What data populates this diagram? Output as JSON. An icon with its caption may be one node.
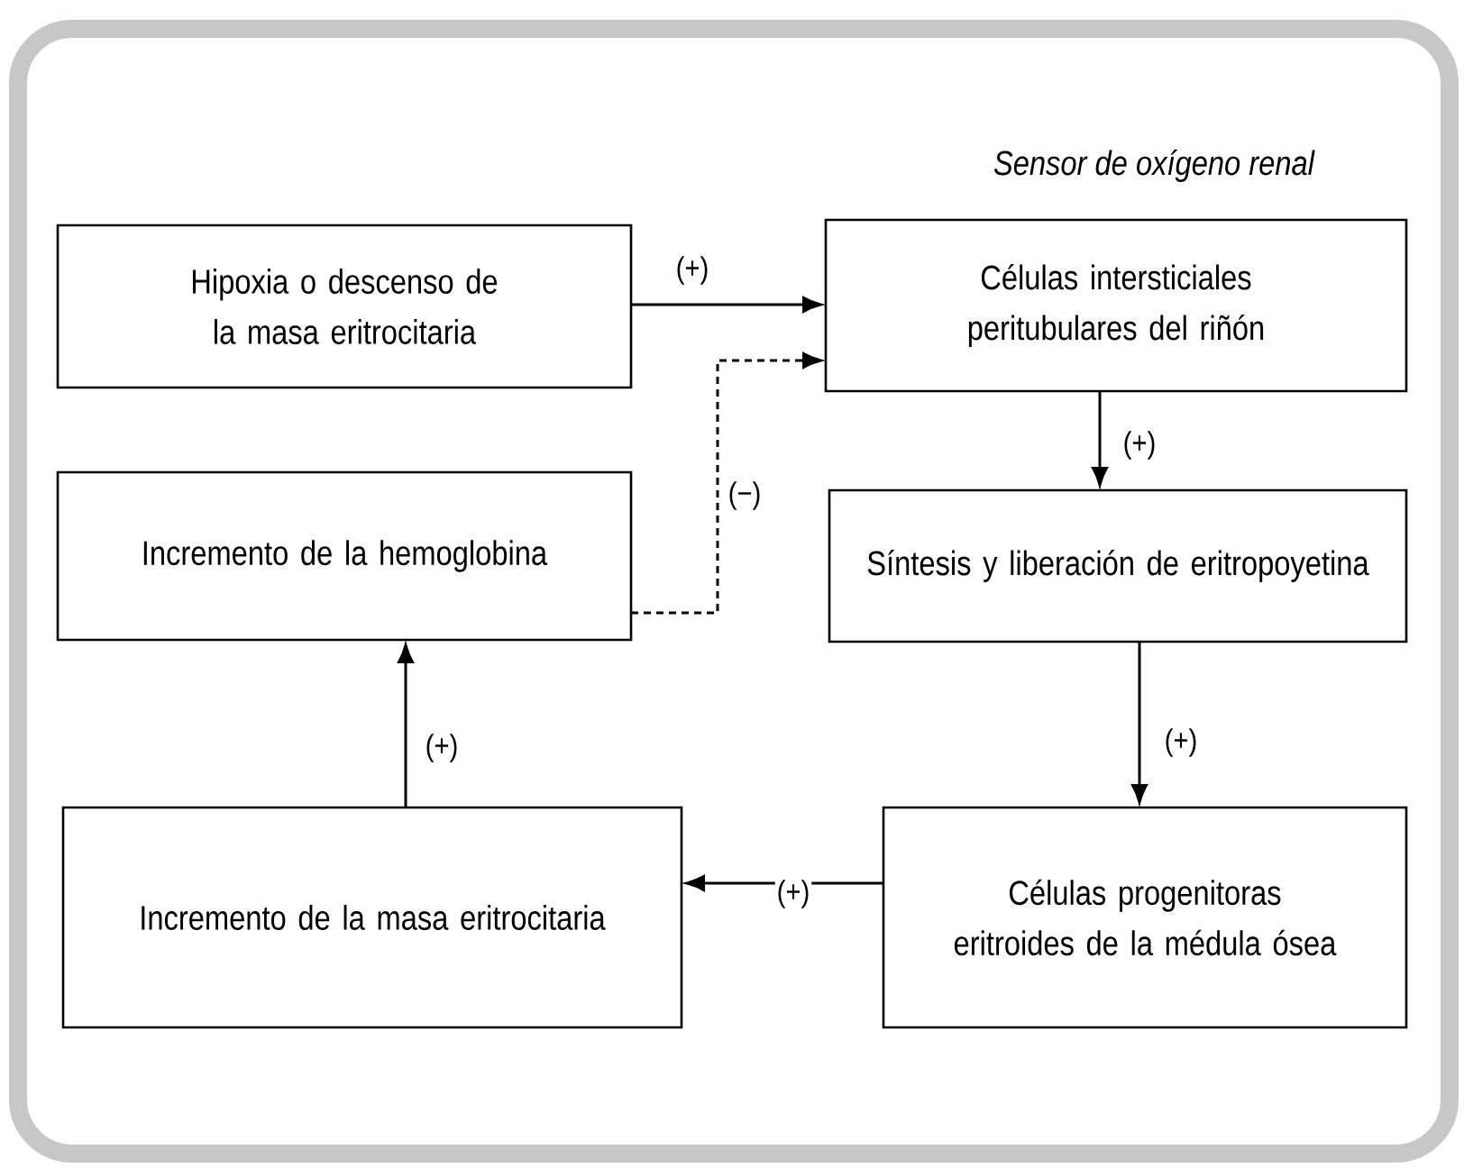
{
  "diagram": {
    "nodes": [
      {
        "text": [
          "Hipoxia o descenso de la masa eritrocitaria"
        ]
      },
      {
        "text": [
          "Células intersticiales peritubulares del riñón"
        ],
        "beside": [
          "Sensor de oxígeno renal"
        ]
      },
      {
        "text": [
          "Incremento de la hemoglobina"
        ]
      },
      {
        "text": [
          "Síntesis y liberación de eritropoyetina"
        ]
      },
      {
        "text": [
          "Incremento de la masa eritrocitaria"
        ]
      },
      {
        "text": [
          "Células progenitoras eritroides de la médula ósea"
        ]
      }
    ],
    "edges": [
      {
        "from": 0,
        "to": 1,
        "arrow": "to",
        "label": "(+)"
      },
      {
        "from": 2,
        "to": 1,
        "arrow": "to",
        "label": "(−)",
        "style": "dashed"
      },
      {
        "from": 1,
        "to": 3,
        "arrow": "to",
        "label": "(+)"
      },
      {
        "from": 3,
        "to": 5,
        "arrow": "to",
        "label": "(+)"
      },
      {
        "from": 5,
        "to": 4,
        "arrow": "to",
        "label": "(+)"
      },
      {
        "from": 4,
        "to": 2,
        "arrow": "to",
        "label": "(+)"
      }
    ]
  }
}
